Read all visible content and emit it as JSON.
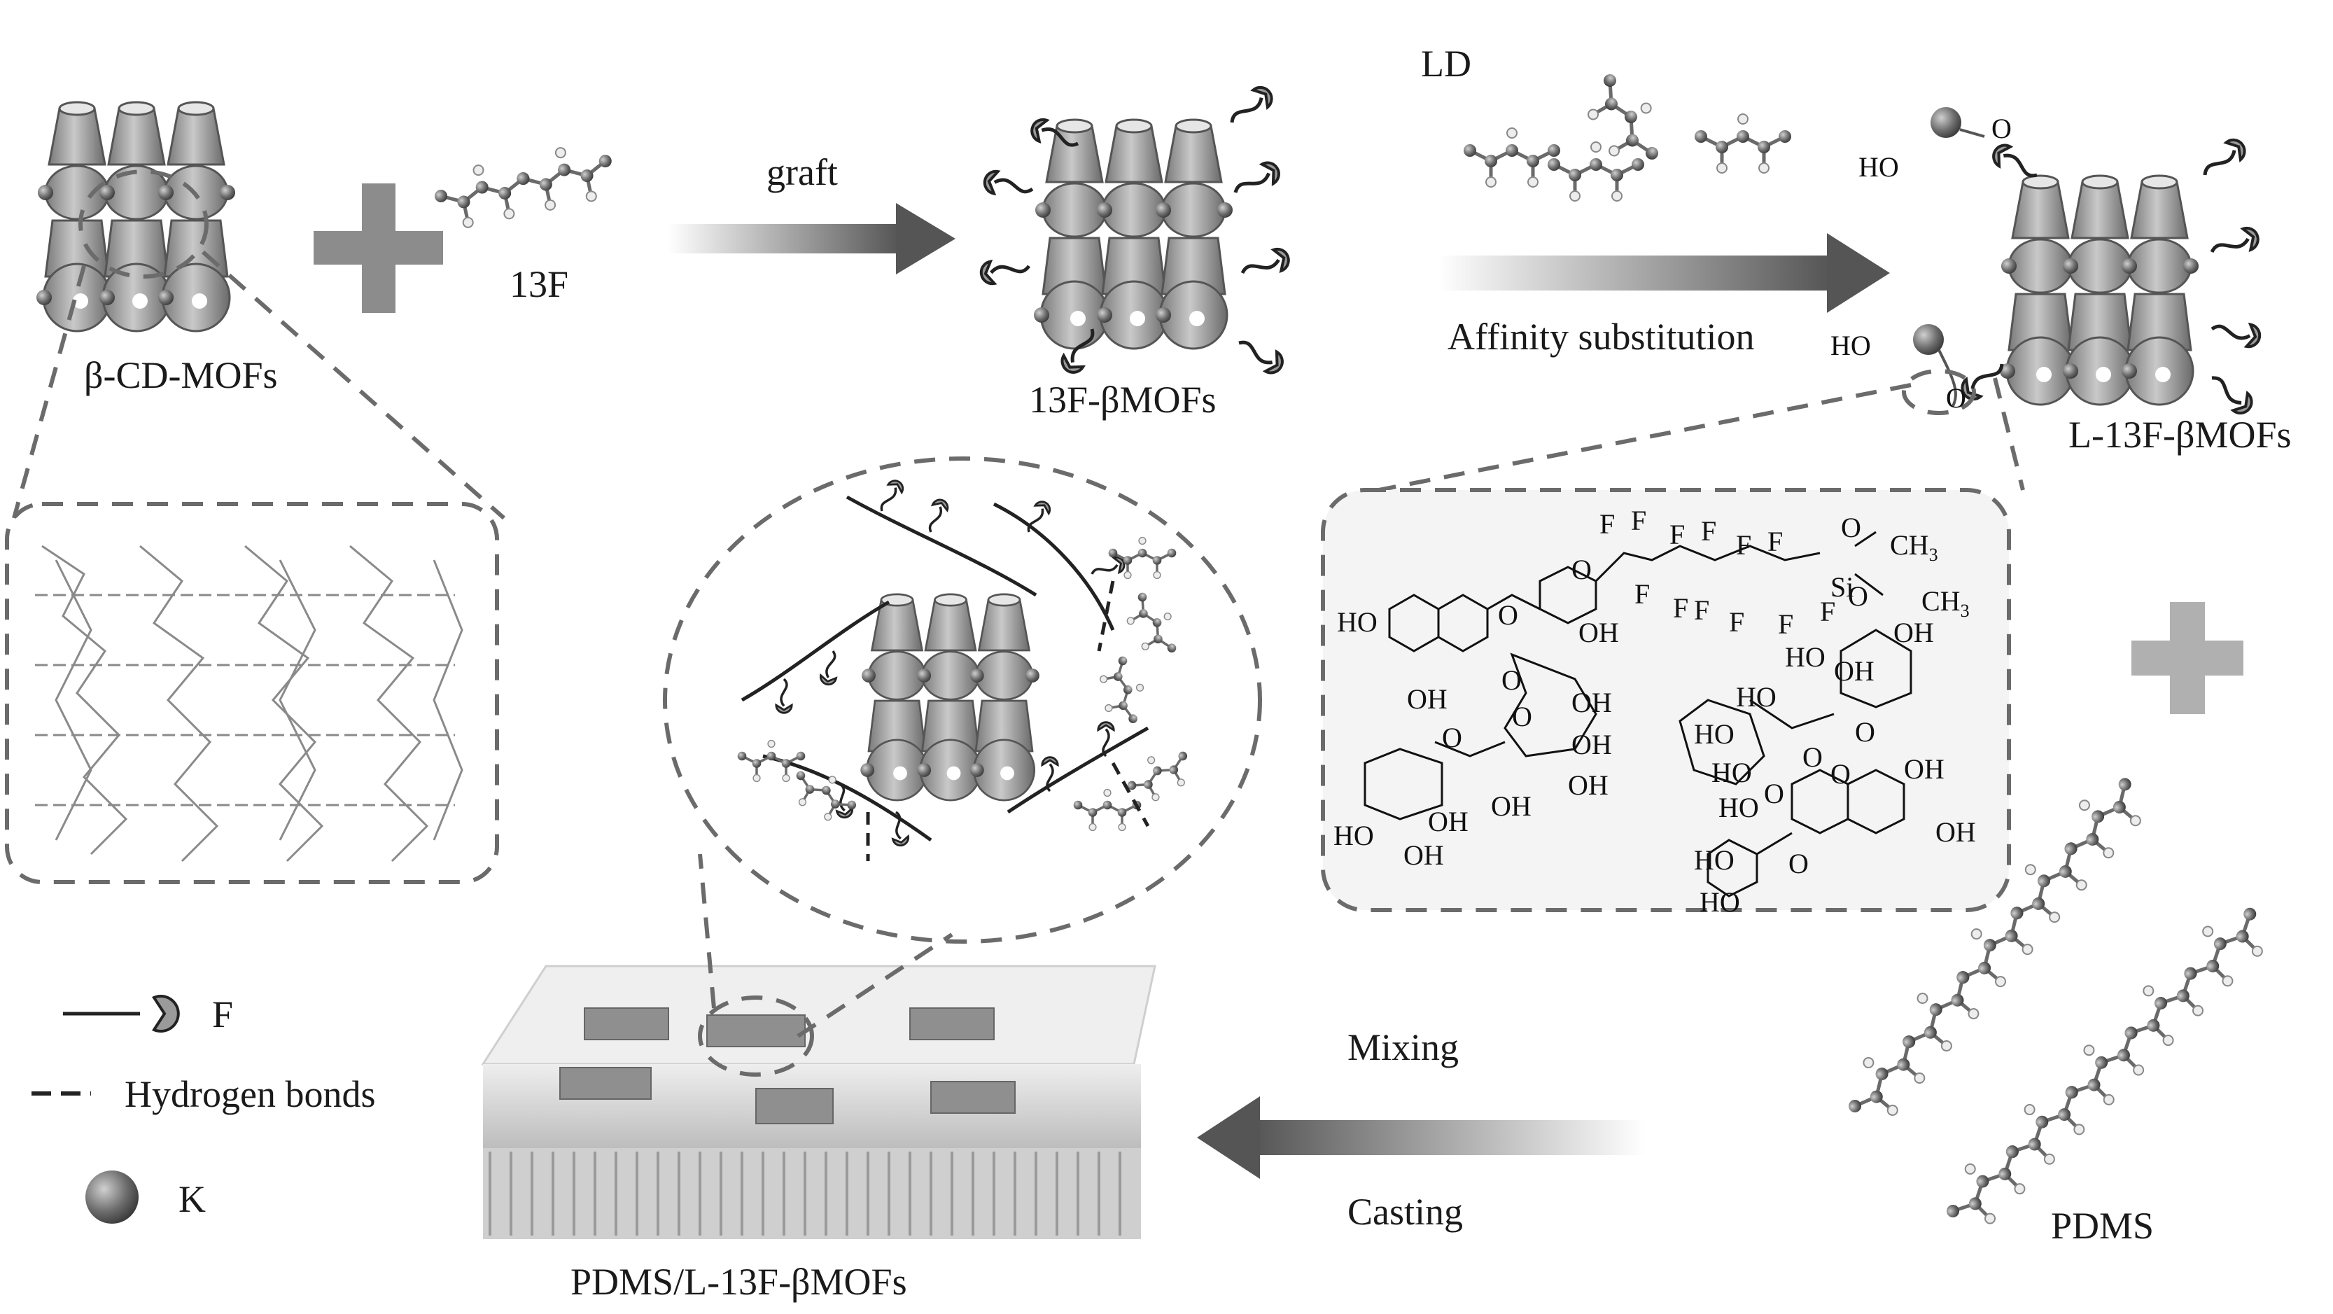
{
  "labels": {
    "beta_cd_mofs": "β-CD-MOFs",
    "f13": "13F",
    "graft": "graft",
    "f13_bmofs": "13F-βMOFs",
    "ld": "LD",
    "affinity": "Affinity substitution",
    "l13f_bmofs": "L-13F-βMOFs",
    "mixing": "Mixing",
    "casting": "Casting",
    "pdms": "PDMS",
    "membrane": "PDMS/L-13F-βMOFs"
  },
  "legend": {
    "f": "F",
    "hbond": "Hydrogen bonds",
    "k": "K"
  },
  "chem": {
    "ho": "HO",
    "o": "O",
    "oh": "OH",
    "f": "F",
    "si": "Si",
    "ch": "CH",
    "sub3": "3"
  },
  "colors": {
    "dark_gray": "#5a5a5a",
    "mid_gray": "#9a9a9a",
    "light_gray": "#d6d6d6",
    "panel_bg": "#f4f4f4",
    "dash": "#6b6b6b",
    "ink": "#1a1a1a"
  },
  "icons": [
    "plus-icon",
    "arrow-right-icon",
    "arrow-left-icon",
    "k-atom-icon",
    "fluorine-chain-icon"
  ]
}
